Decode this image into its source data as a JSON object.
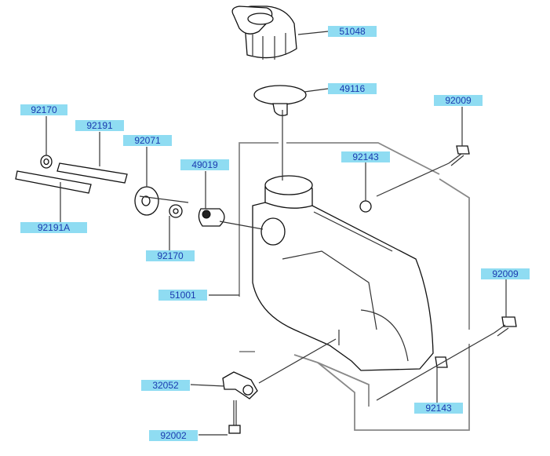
{
  "parts": [
    {
      "id": "p51048",
      "label": "51048"
    },
    {
      "id": "p49116",
      "label": "49116"
    },
    {
      "id": "p92170a",
      "label": "92170"
    },
    {
      "id": "p92191",
      "label": "92191"
    },
    {
      "id": "p92071",
      "label": "92071"
    },
    {
      "id": "p49019",
      "label": "49019"
    },
    {
      "id": "p92009a",
      "label": "92009"
    },
    {
      "id": "p92143a",
      "label": "92143"
    },
    {
      "id": "p92191A",
      "label": "92191A"
    },
    {
      "id": "p92170b",
      "label": "92170"
    },
    {
      "id": "p92009b",
      "label": "92009"
    },
    {
      "id": "p51001",
      "label": "51001"
    },
    {
      "id": "p32052",
      "label": "32052"
    },
    {
      "id": "p92143b",
      "label": "92143"
    },
    {
      "id": "p92002",
      "label": "92002"
    }
  ]
}
